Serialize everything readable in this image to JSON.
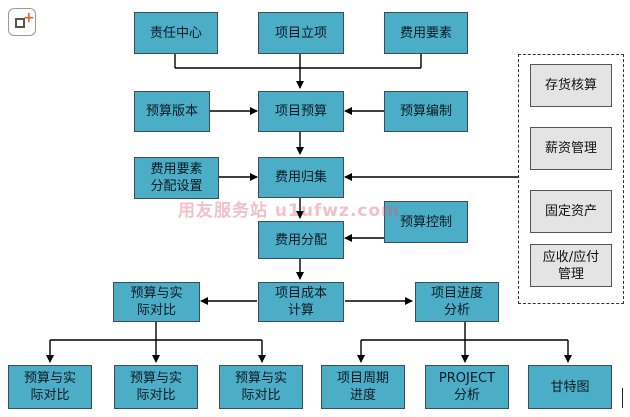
{
  "watermark": "用友服务站 u1ufwz.com",
  "nodes": {
    "responsibility_center": "责任中心",
    "project_initiation": "项目立项",
    "cost_elements": "费用要素",
    "budget_version": "预算版本",
    "project_budget": "项目预算",
    "budget_compilation": "预算编制",
    "cost_element_allocation": "费用要素\n分配设置",
    "cost_collection": "费用归集",
    "budget_control": "预算控制",
    "cost_allocation": "费用分配",
    "project_cost_calc": "项目成本\n计算",
    "budget_vs_actual_main": "预算与实\n际对比",
    "project_progress_analysis": "项目进度\n分析",
    "budget_vs_actual_1": "预算与实\n际对比",
    "budget_vs_actual_2": "预算与实\n际对比",
    "budget_vs_actual_3": "预算与实\n际对比",
    "project_cycle_progress": "项目周期\n进度",
    "project_analysis": "PROJECT\n分析",
    "gantt_chart": "甘特图"
  },
  "modules": {
    "inventory_accounting": "存货核算",
    "payroll_management": "薪资管理",
    "fixed_assets": "固定资产",
    "receivables_payables": "应收/应付\n管理"
  },
  "colors": {
    "node_fill": "#4badc6",
    "node_border": "#3a4f5c",
    "module_fill": "#e4e4e4",
    "watermark": "#dc5a6e"
  }
}
